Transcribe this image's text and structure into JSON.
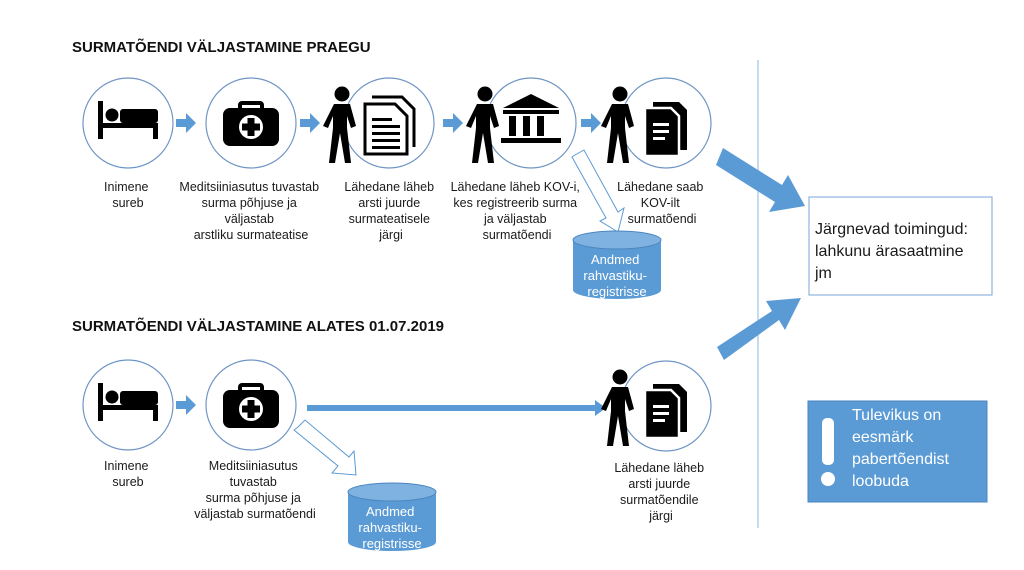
{
  "colors": {
    "accent": "#5b9bd5",
    "circle_stroke": "#6f95c4",
    "divider": "#9dc3e6",
    "text": "#1a1a1a"
  },
  "current": {
    "heading": "SURMATÕENDI VÄLJASTAMINE PRAEGU",
    "steps": [
      {
        "icon": "bed-icon",
        "caption": [
          "Inimene",
          "sureb"
        ]
      },
      {
        "icon": "medical-bag-icon",
        "caption": [
          "Meditsiiniasutus tuvastab",
          "surma põhjuse ja",
          "väljastab",
          "arstliku surmateatise"
        ]
      },
      {
        "icon": "person-document-icon",
        "caption": [
          "Lähedane läheb",
          "arsti juurde",
          "surmateatisele",
          "järgi"
        ]
      },
      {
        "icon": "person-institution-icon",
        "caption": [
          "Lähedane läheb KOV-i,",
          "kes registreerib surma",
          "ja väljastab",
          "surmatõendi"
        ]
      },
      {
        "icon": "person-documents-icon",
        "caption": [
          "Lähedane saab",
          "KOV-ilt",
          "surmatõendi"
        ]
      }
    ],
    "database": [
      "Andmed",
      "rahvastiku-",
      "registrisse"
    ]
  },
  "future": {
    "heading": "SURMATÕENDI VÄLJASTAMINE ALATES 01.07.2019",
    "steps": [
      {
        "icon": "bed-icon",
        "caption": [
          "Inimene",
          "sureb"
        ]
      },
      {
        "icon": "medical-bag-icon",
        "caption": [
          "Meditsiiniasutus",
          "tuvastab",
          "surma põhjuse ja",
          "väljastab  surmatõendi"
        ]
      },
      {
        "icon": "person-documents-icon",
        "caption": [
          "Lähedane läheb",
          "arsti juurde",
          "surmatõendile",
          "järgi"
        ]
      }
    ],
    "database": [
      "Andmed",
      "rahvastiku-",
      "registrisse"
    ]
  },
  "next_steps": {
    "lines": [
      "Järgnevad toimingud:",
      "lahkunu ärasaatmine",
      "jm"
    ]
  },
  "note": {
    "icon": "exclamation-icon",
    "lines": [
      "Tulevikus on",
      "eesmärk",
      "pabertõendist",
      "loobuda"
    ]
  }
}
